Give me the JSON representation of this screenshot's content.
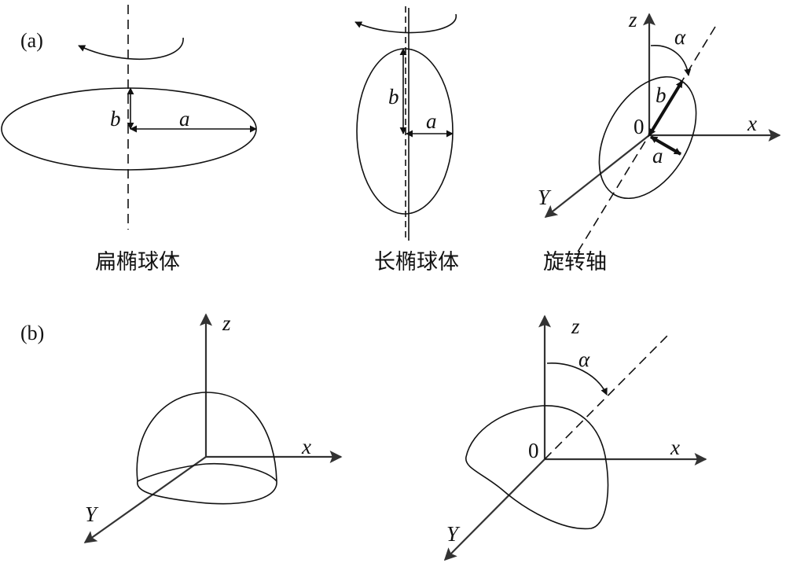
{
  "panel_a": {
    "label": "(a)",
    "oblate": {
      "caption": "扁椭球体",
      "b": "b",
      "a": "a"
    },
    "prolate": {
      "caption": "长椭球体",
      "b": "b",
      "a": "a"
    },
    "rotated": {
      "caption": "旋转轴",
      "z": "z",
      "x": "x",
      "y": "Y",
      "origin": "0",
      "alpha": "α",
      "b": "b",
      "a": "a"
    }
  },
  "panel_b": {
    "label": "(b)",
    "left": {
      "z": "z",
      "x": "x",
      "y": "Y"
    },
    "right": {
      "z": "z",
      "x": "x",
      "y": "Y",
      "origin": "0",
      "alpha": "α"
    }
  },
  "colors": {
    "ink": "#111111",
    "axis": "#333333"
  }
}
